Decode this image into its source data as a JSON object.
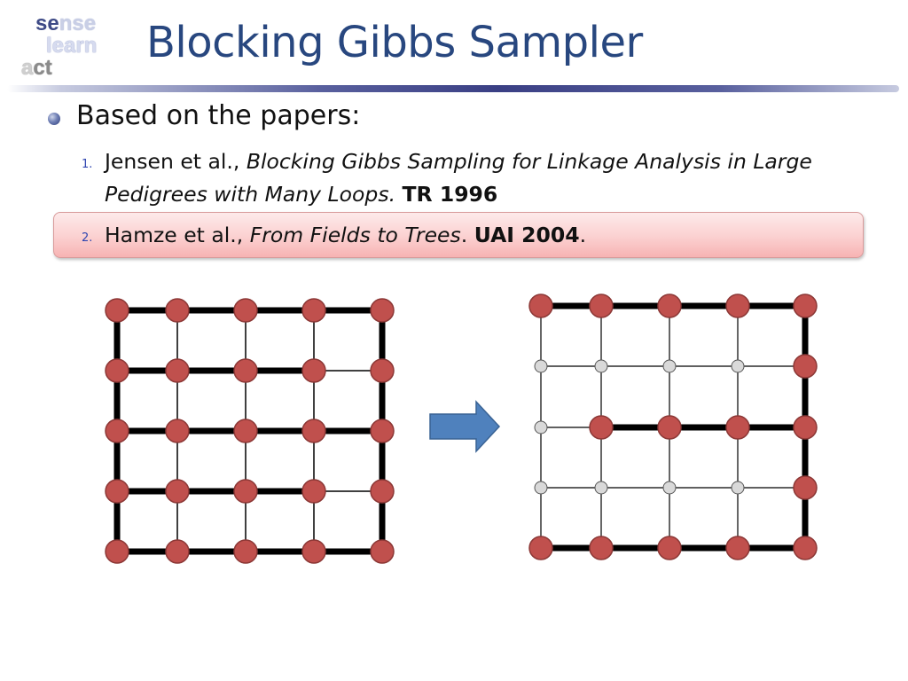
{
  "logo": {
    "line1": [
      "se",
      "nse"
    ],
    "line2": "learn",
    "line3": [
      "a",
      "ct"
    ]
  },
  "title": "Blocking Gibbs Sampler",
  "bullet": "Based on the papers:",
  "references": [
    {
      "num": "1.",
      "authors": "Jensen et al.,",
      "title_line1": "Blocking Gibbs Sampling for Linkage Analysis in Large",
      "title_line2": "Pedigrees with Many Loops.",
      "venue": "TR 1996"
    },
    {
      "num": "2.",
      "authors": "Hamze et al.,",
      "title": "From Fields to Trees",
      "sep": ".",
      "venue": "UAI 2004",
      "end": "."
    }
  ],
  "colors": {
    "title": "#28477f",
    "node_red": "#c0504d",
    "node_grey": "#d9d9d9",
    "arrow": "#4f81bd",
    "highlight": "#fbd0d0"
  }
}
